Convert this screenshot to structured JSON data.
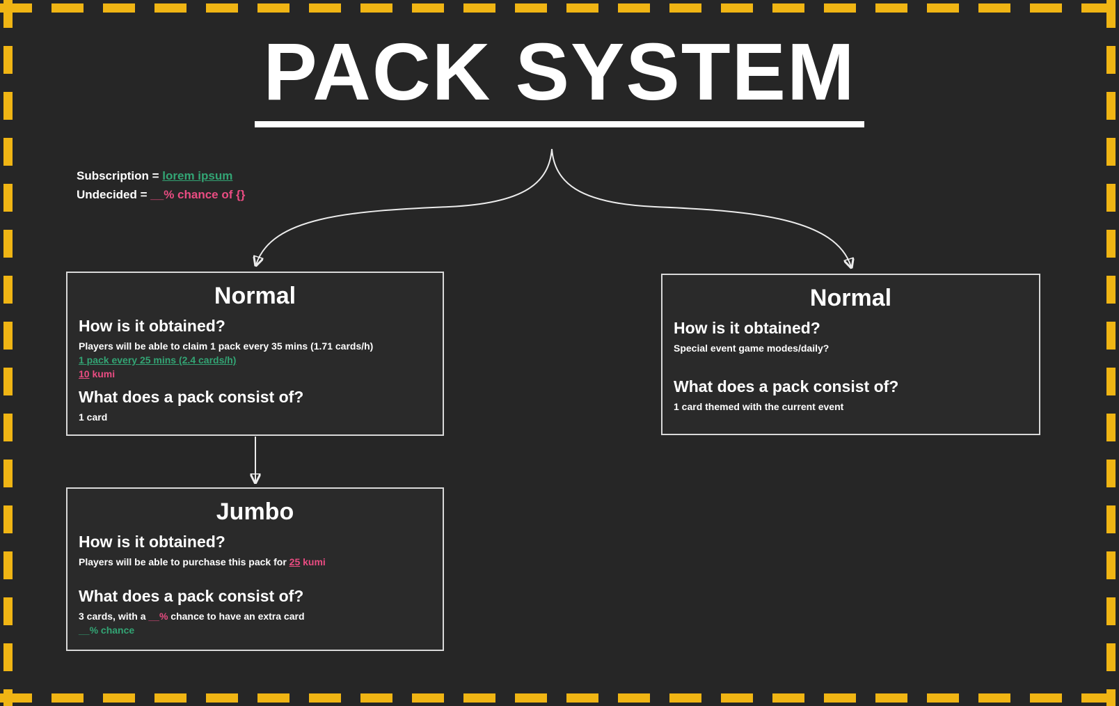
{
  "title": "PACK SYSTEM",
  "legend": {
    "subscription_label": "Subscription = ",
    "subscription_value": "lorem ipsum",
    "undecided_label": "Undecided = ",
    "undecided_value": "__% chance of {}"
  },
  "left_box": {
    "title": "Normal",
    "q1_heading": "How is it obtained?",
    "q1_text": "Players will be able to claim 1 pack every 35 mins (1.71 cards/h)",
    "q1_alt": "1 pack every 25 mins (2.4 cards/h)",
    "q1_cost_num": "10",
    "q1_cost_unit": " kumi",
    "q2_heading": "What does a pack consist of?",
    "q2_text": "1 card"
  },
  "right_box": {
    "title": "Normal",
    "q1_heading": "How is it obtained?",
    "q1_text": "Special event game modes/daily?",
    "q2_heading": "What does a pack consist of?",
    "q2_text": "1 card themed with the current event"
  },
  "jumbo_box": {
    "title": "Jumbo",
    "q1_heading": "How is it obtained?",
    "q1_text_prefix": "Players will be able to purchase this pack for ",
    "q1_price_num": "25",
    "q1_price_unit": " kumi",
    "q2_heading": "What does a pack consist of?",
    "q2_text_prefix": "3 cards, with a ",
    "q2_pct": "__%",
    "q2_text_suffix": " chance to have an extra card",
    "q2_alt": "__% chance"
  },
  "colors": {
    "background": "#262626",
    "dash_yellow": "#F0B514",
    "teal": "#33A474",
    "pink": "#EA4C82"
  }
}
